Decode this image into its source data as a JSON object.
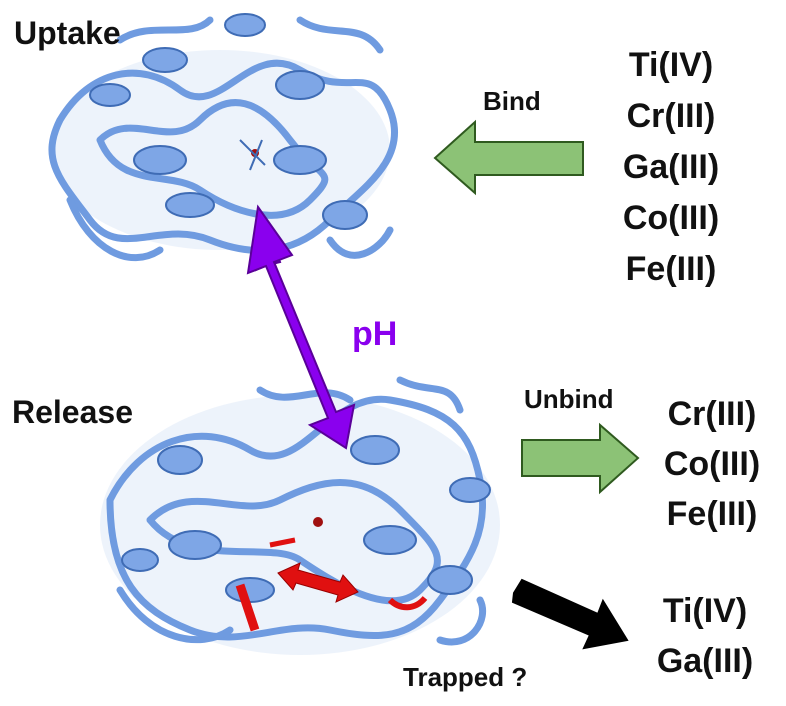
{
  "labels": {
    "uptake": "Uptake",
    "release": "Release",
    "bind": "Bind",
    "unbind": "Unbind",
    "ph": "pH",
    "trapped": "Trapped ?"
  },
  "bound_metals": [
    "Ti(IV)",
    "Cr(III)",
    "Ga(III)",
    "Co(III)",
    "Fe(III)"
  ],
  "released_metals": [
    "Cr(III)",
    "Co(III)",
    "Fe(III)"
  ],
  "trapped_metals": [
    "Ti(IV)",
    "Ga(III)"
  ],
  "colors": {
    "protein": "#6f9be0",
    "green_arrow": "#8cc276",
    "ph_arrow": "#8a00ee",
    "loop_red": "#e01010",
    "trapped_arrow": "#000000"
  }
}
